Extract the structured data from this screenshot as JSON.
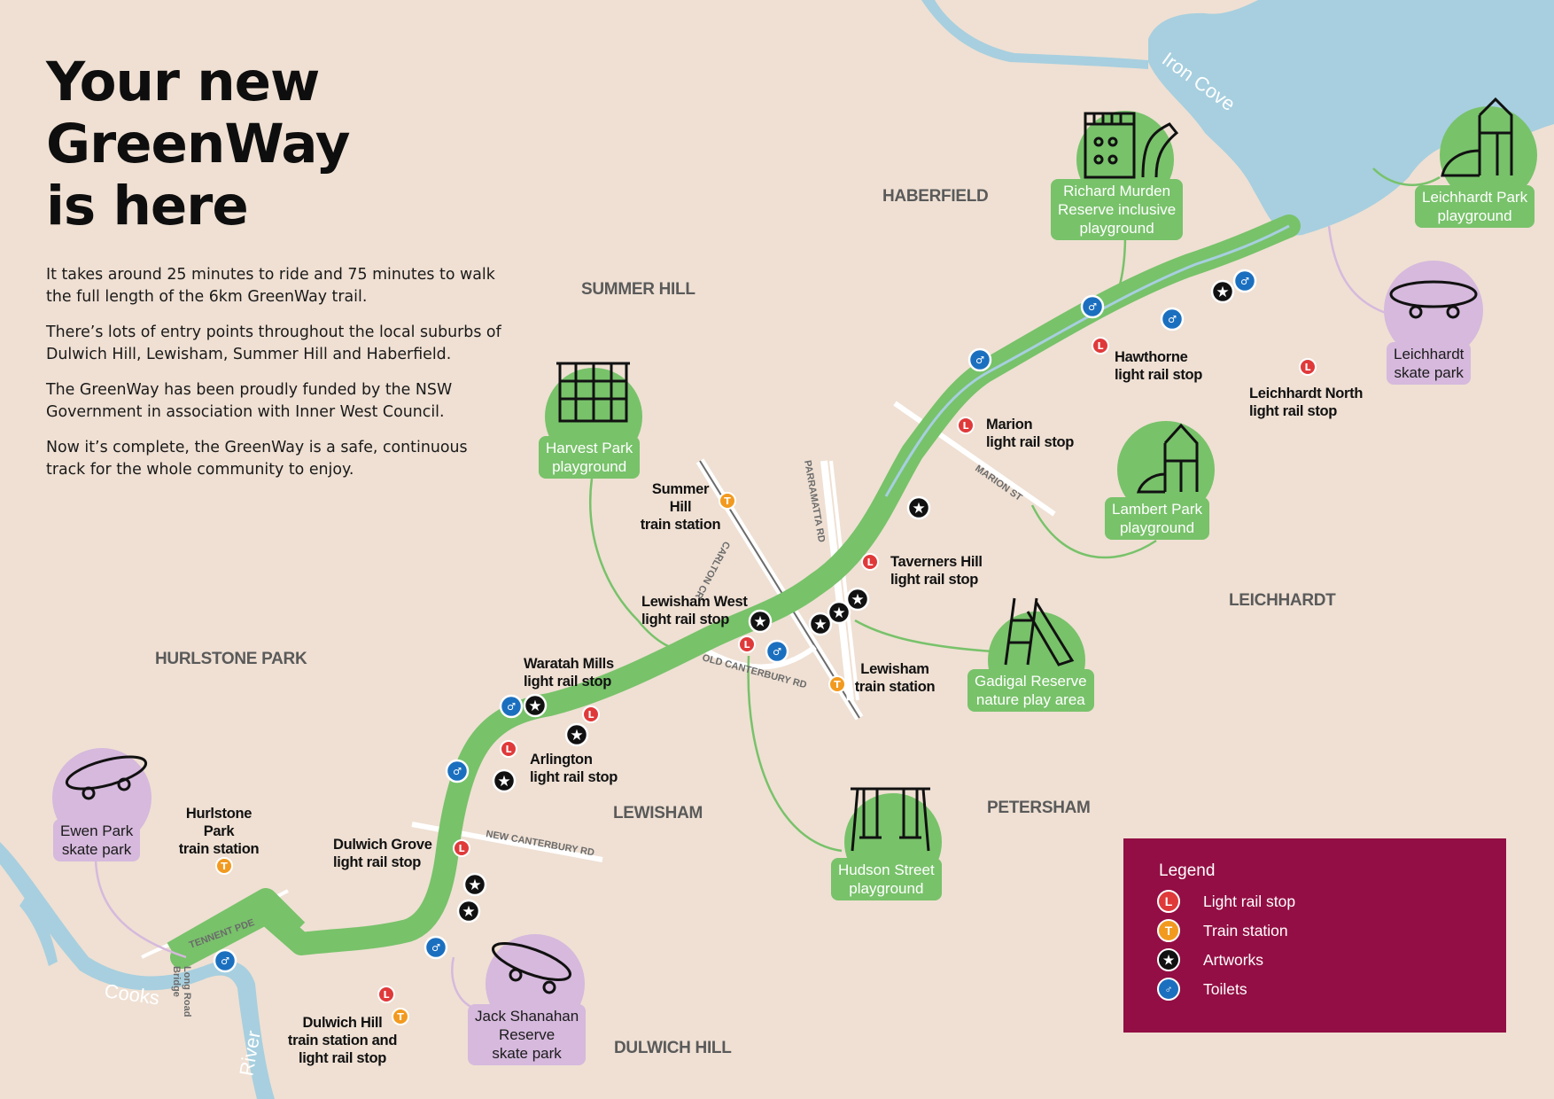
{
  "title_lines": [
    "Your new",
    "GreenWay",
    "is here"
  ],
  "intro": [
    "It takes around 25 minutes to ride and 75 minutes to walk the full length of the 6km GreenWay trail.",
    "There’s lots of entry points throughout the local suburbs of Dulwich Hill, Lewisham, Summer Hill and Haberfield.",
    "The GreenWay has been proudly funded by the NSW Government in association with Inner West Council.",
    "Now it’s complete, the GreenWay is a safe, continuous track for the whole community to enjoy."
  ],
  "suburbs": {
    "haberfield": "HABERFIELD",
    "summer_hill": "SUMMER HILL",
    "leichhardt": "LEICHHARDT",
    "hurlstone_park": "HURLSTONE PARK",
    "lewisham": "LEWISHAM",
    "petersham": "PETERSHAM",
    "dulwich_hill": "DULWICH HILL"
  },
  "stops": {
    "hawthorne": [
      "Hawthorne",
      "light rail stop"
    ],
    "leichhardt_north": [
      "Leichhardt North",
      "light rail stop"
    ],
    "marion": [
      "Marion",
      "light rail stop"
    ],
    "taverners_hill": [
      "Taverners Hill",
      "light rail stop"
    ],
    "summer_hill_station": [
      "Summer",
      "Hill",
      "train station"
    ],
    "lewisham_west": [
      "Lewisham West",
      "light rail stop"
    ],
    "lewisham_station": [
      "Lewisham",
      "train station"
    ],
    "waratah_mills": [
      "Waratah Mills",
      "light rail stop"
    ],
    "arlington": [
      "Arlington",
      "light rail stop"
    ],
    "dulwich_grove": [
      "Dulwich Grove",
      "light rail stop"
    ],
    "hurlstone_park_station": [
      "Hurlstone",
      "Park",
      "train station"
    ],
    "dulwich_hill_station": [
      "Dulwich Hill",
      "train station and",
      "light rail stop"
    ]
  },
  "places": {
    "richard_murden": [
      "Richard Murden",
      "Reserve inclusive",
      "playground"
    ],
    "leichhardt_park": [
      "Leichhardt Park",
      "playground"
    ],
    "leichhardt_skate": [
      "Leichhardt",
      "skate park"
    ],
    "harvest_park": [
      "Harvest Park",
      "playground"
    ],
    "lambert_park": [
      "Lambert Park",
      "playground"
    ],
    "gadigal": [
      "Gadigal Reserve",
      "nature play area"
    ],
    "hudson_street": [
      "Hudson Street",
      "playground"
    ],
    "ewen_park": [
      "Ewen Park",
      "skate park"
    ],
    "jack_shanahan": [
      "Jack Shanahan",
      "Reserve",
      "skate park"
    ]
  },
  "roads": {
    "parramatta_rd": "PARRAMATTA RD",
    "carlton_cr": "CARLTON CR",
    "old_canterbury_rd": "OLD CANTERBURY RD",
    "new_canterbury_rd": "NEW CANTERBURY RD",
    "marion_st": "MARION ST",
    "tennent_pde": "TENNENT PDE",
    "long_road_bridge": [
      "Long Road",
      "Bridge"
    ]
  },
  "water": {
    "iron_cove": "Iron Cove",
    "cooks": "Cooks",
    "river": "River"
  },
  "legend": {
    "title": "Legend",
    "items": [
      {
        "icon": "light-rail-icon",
        "glyph": "L",
        "label": "Light rail stop",
        "color": "#e0393a"
      },
      {
        "icon": "train-icon",
        "glyph": "T",
        "label": "Train station",
        "color": "#f29a1f"
      },
      {
        "icon": "artwork-icon",
        "glyph": "★",
        "label": "Artworks",
        "color": "#111111"
      },
      {
        "icon": "toilet-icon",
        "glyph": "🚻",
        "label": "Toilets",
        "color": "#1b6fbf"
      }
    ]
  },
  "colors": {
    "background": "#efe0d3",
    "greenway": "#78c26a",
    "water": "#a7cfdf",
    "legend_bg": "#930e44",
    "skate_purple": "#d6b9dd",
    "light_rail": "#e0393a",
    "train": "#f29a1f",
    "toilet": "#1b6fbf"
  }
}
